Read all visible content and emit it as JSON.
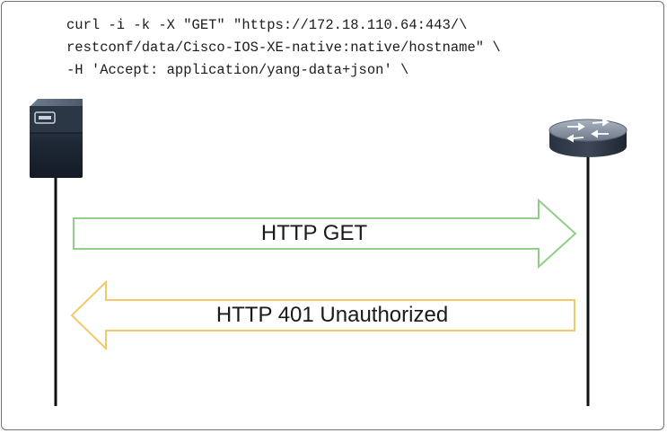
{
  "command": {
    "lines": [
      "curl -i -k -X \"GET\" \"https://172.18.110.64:443/\\",
      "restconf/data/Cisco-IOS-XE-native:native/hostname\" \\",
      "-H 'Accept: application/yang-data+json' \\"
    ]
  },
  "devices": {
    "client": {
      "icon": "server-icon"
    },
    "router": {
      "icon": "router-icon"
    }
  },
  "messages": [
    {
      "label": "HTTP GET",
      "direction": "client-to-router",
      "color": "#8fcf86"
    },
    {
      "label": "HTTP 401 Unauthorized",
      "direction": "router-to-client",
      "color": "#f3c869"
    }
  ]
}
